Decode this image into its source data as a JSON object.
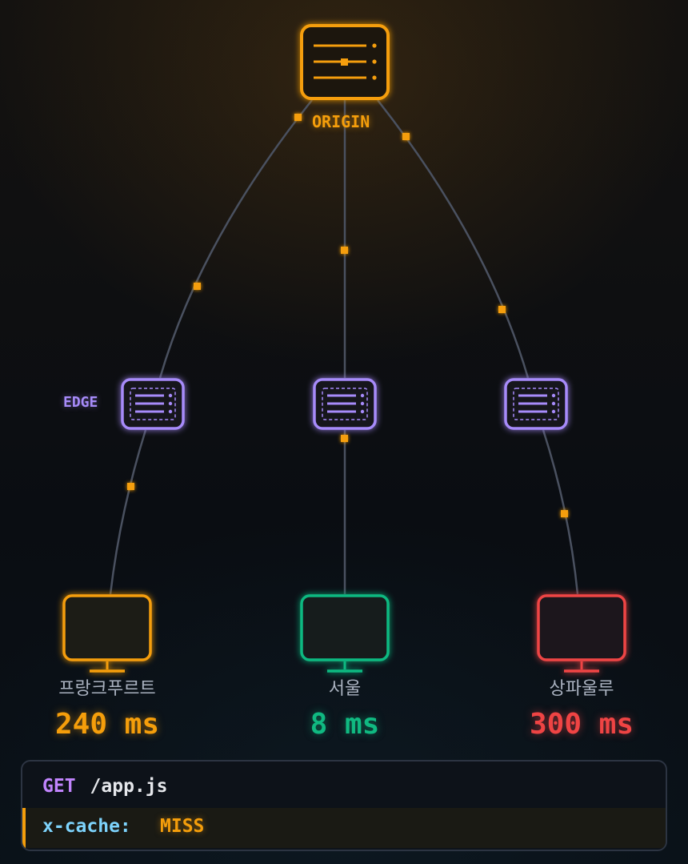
{
  "labels": {
    "origin": "ORIGIN",
    "edge": "EDGE"
  },
  "clients": [
    {
      "city": "프랑크푸르트",
      "latency": "240 ms",
      "color": "#f59e0b"
    },
    {
      "city": "서울",
      "latency": "8 ms",
      "color": "#10b981"
    },
    {
      "city": "상파울루",
      "latency": "300 ms",
      "color": "#ef4444"
    }
  ],
  "request": {
    "method": "GET",
    "path": "/app.js",
    "cache_key": "x-cache:",
    "cache_value": "MISS"
  },
  "colors": {
    "origin": "#f59e0b",
    "edge": "#a78bfa",
    "connector": "#4a5160",
    "packet": "#f59e0b"
  },
  "icons": {
    "origin": "server-icon",
    "edge": "server-icon",
    "client": "monitor-icon"
  }
}
